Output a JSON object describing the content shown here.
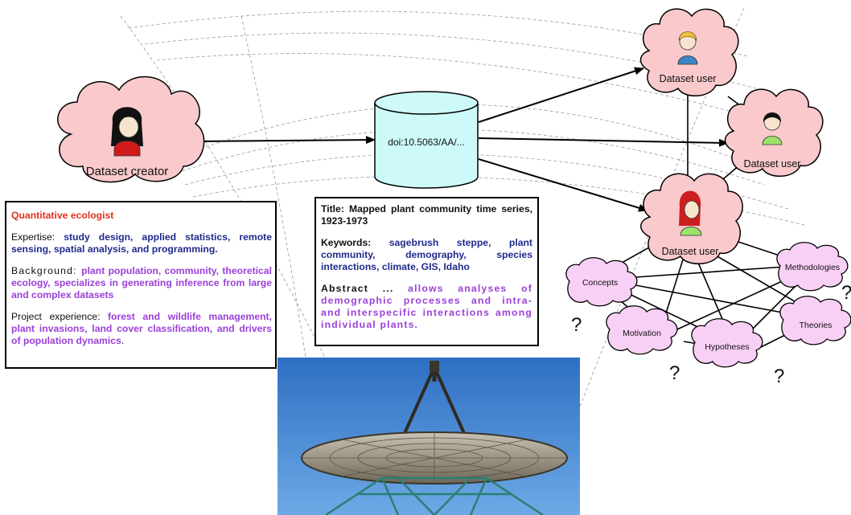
{
  "creator": {
    "label": "Dataset creator",
    "icon": "female-person-icon"
  },
  "repository": {
    "doi": "doi:10.5063/AA/..."
  },
  "users": [
    {
      "label": "Dataset user",
      "icon": "blond-person-icon"
    },
    {
      "label": "Dataset user",
      "icon": "dark-hair-person-icon"
    },
    {
      "label": "Dataset user",
      "icon": "red-hair-person-icon"
    }
  ],
  "concepts": [
    "Concepts",
    "Methodologies",
    "Motivation",
    "Hypotheses",
    "Theories"
  ],
  "question_marks": [
    "?",
    "?",
    "?",
    "?"
  ],
  "creator_profile": {
    "role": "Quantitative ecologist",
    "expertise_label": "Expertise: ",
    "expertise_value": "study design, applied statistics, remote sensing, spatial analysis, and programming.",
    "background_label": "Background: ",
    "background_value": "plant population, community, theoretical ecology,  specializes in generating inference from large and complex datasets",
    "experience_label": "Project experience: ",
    "experience_value": "forest and wildlife management, plant invasions, land cover classification, and drivers of population dynamics",
    "experience_end": "."
  },
  "dataset_meta": {
    "title": "Title: Mapped plant community time series, 1923-1973",
    "keywords_label": "Keywords: ",
    "keywords_value": "sagebrush steppe, plant community, demography, species interactions, climate, GIS, Idaho",
    "abstract_label": "Abstract ... ",
    "abstract_value": "allows analyses of demographic processes and intra- and interspecific interactions among individual plants."
  },
  "colors": {
    "cloud_fill": "#f9c9cc",
    "concept_fill": "#f9d0f5",
    "cylinder_fill": "#cdfaf8",
    "navy_text": "#1f2a8c",
    "purple_text": "#9b3fd9",
    "red_text": "#e0301e"
  },
  "photo": {
    "subject": "radio-telescope-dish"
  }
}
